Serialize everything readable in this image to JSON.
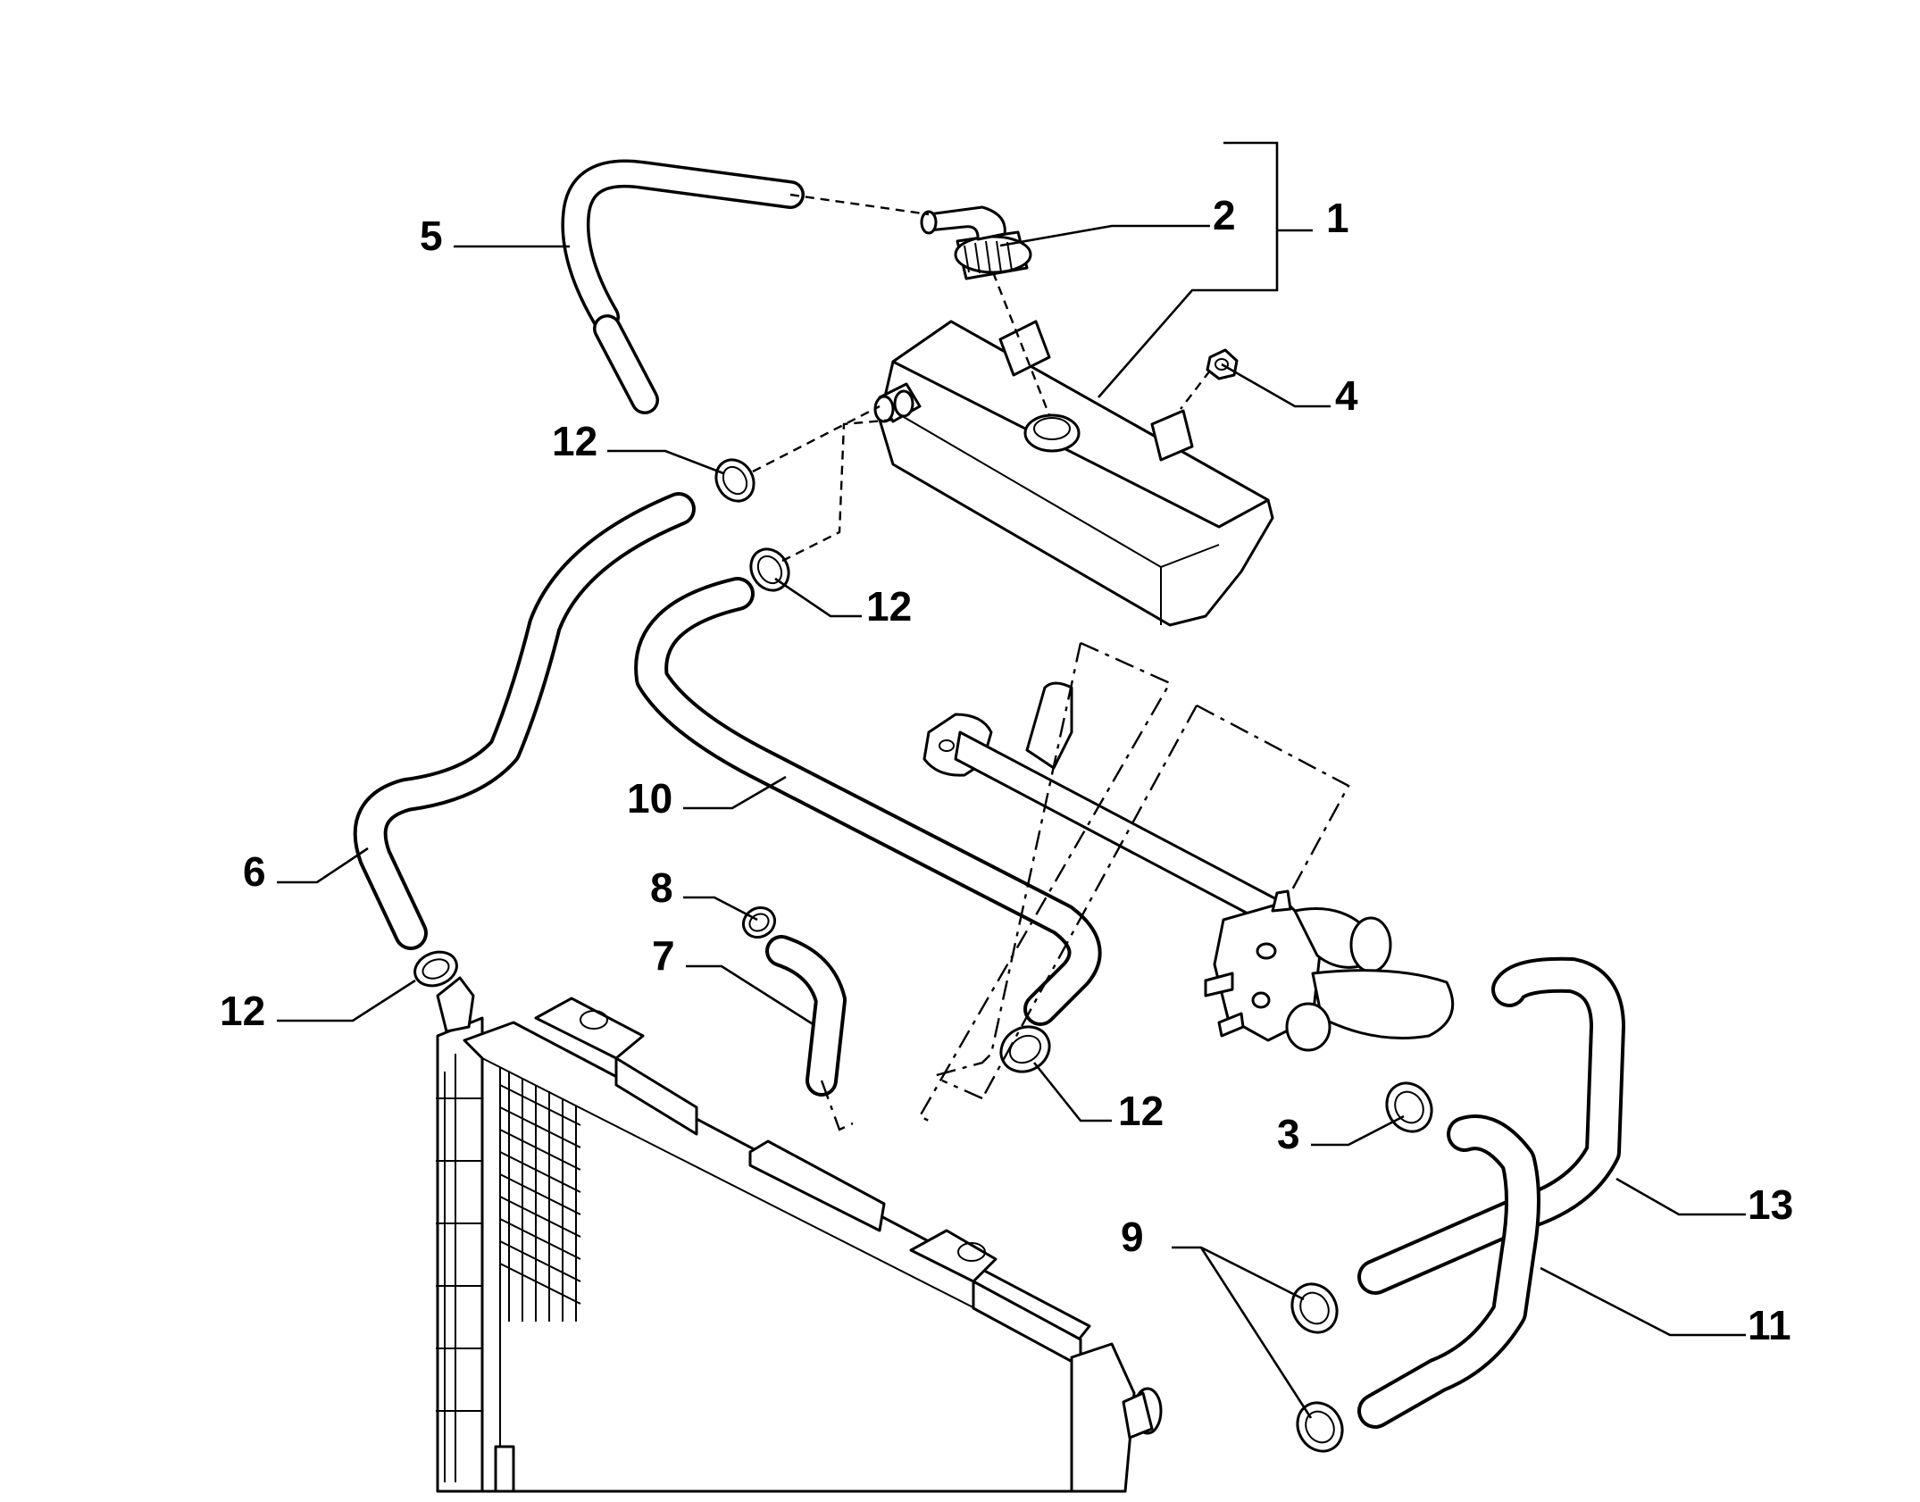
{
  "callouts": [
    {
      "id": "1",
      "label": "1"
    },
    {
      "id": "2",
      "label": "2"
    },
    {
      "id": "3",
      "label": "3"
    },
    {
      "id": "4",
      "label": "4"
    },
    {
      "id": "5",
      "label": "5"
    },
    {
      "id": "6",
      "label": "6"
    },
    {
      "id": "7",
      "label": "7"
    },
    {
      "id": "8",
      "label": "8"
    },
    {
      "id": "9",
      "label": "9"
    },
    {
      "id": "10",
      "label": "10"
    },
    {
      "id": "11",
      "label": "11"
    },
    {
      "id": "12a",
      "label": "12"
    },
    {
      "id": "12b",
      "label": "12"
    },
    {
      "id": "12c",
      "label": "12"
    },
    {
      "id": "12d",
      "label": "12"
    },
    {
      "id": "13",
      "label": "13"
    }
  ]
}
